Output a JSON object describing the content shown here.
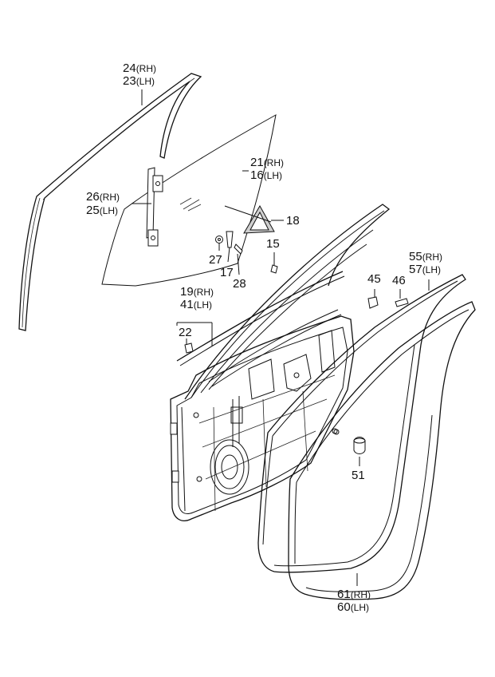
{
  "callouts": [
    {
      "id": "c24",
      "num": "24",
      "side": "(RH)"
    },
    {
      "id": "c23",
      "num": "23",
      "side": "(LH)"
    },
    {
      "id": "c21",
      "num": "21",
      "side": "(RH)"
    },
    {
      "id": "c16",
      "num": "16",
      "side": "(LH)"
    },
    {
      "id": "c26",
      "num": "26",
      "side": "(RH)"
    },
    {
      "id": "c25",
      "num": "25",
      "side": "(LH)"
    },
    {
      "id": "c18",
      "num": "18",
      "side": ""
    },
    {
      "id": "c15",
      "num": "15",
      "side": ""
    },
    {
      "id": "c27",
      "num": "27",
      "side": ""
    },
    {
      "id": "c17",
      "num": "17",
      "side": ""
    },
    {
      "id": "c28",
      "num": "28",
      "side": ""
    },
    {
      "id": "c55",
      "num": "55",
      "side": "(RH)"
    },
    {
      "id": "c57",
      "num": "57",
      "side": "(LH)"
    },
    {
      "id": "c45",
      "num": "45",
      "side": ""
    },
    {
      "id": "c46",
      "num": "46",
      "side": ""
    },
    {
      "id": "c19",
      "num": "19",
      "side": "(RH)"
    },
    {
      "id": "c41",
      "num": "41",
      "side": "(LH)"
    },
    {
      "id": "c22",
      "num": "22",
      "side": ""
    },
    {
      "id": "c51",
      "num": "51",
      "side": ""
    },
    {
      "id": "c61",
      "num": "61",
      "side": "(RH)"
    },
    {
      "id": "c60",
      "num": "60",
      "side": "(LH)"
    }
  ]
}
